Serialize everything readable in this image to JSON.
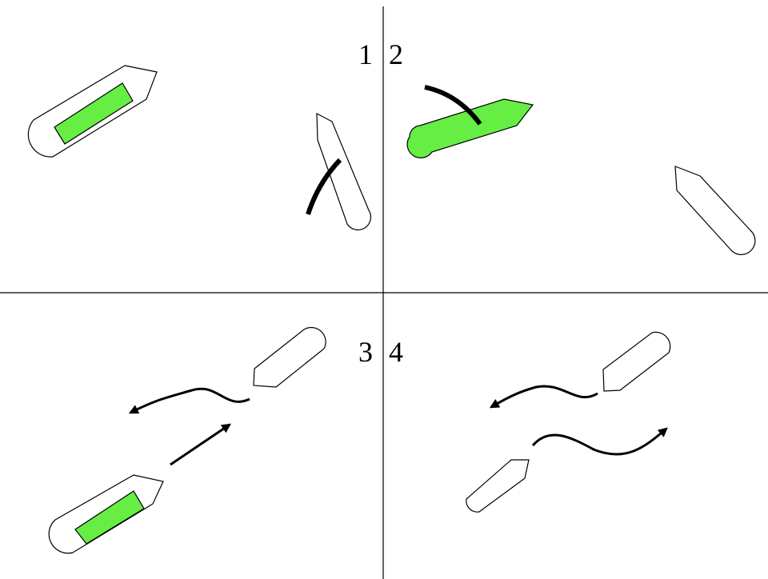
{
  "panels": [
    {
      "label": "1"
    },
    {
      "label": "2"
    },
    {
      "label": "3"
    },
    {
      "label": "4"
    }
  ],
  "colors": {
    "highlight": "#66ee44",
    "outline": "#000000",
    "background": "#ffffff"
  }
}
